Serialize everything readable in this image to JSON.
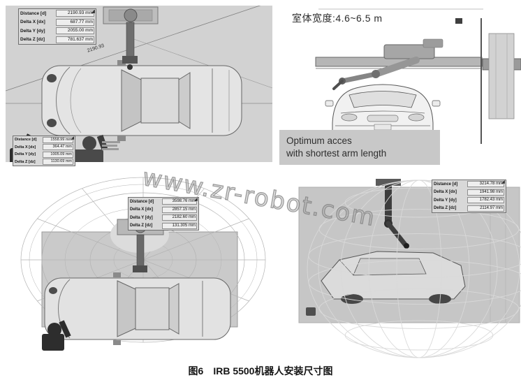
{
  "figure": {
    "caption": "图6　IRB 5500机器人安装尺寸图",
    "watermark": "www.zr-robot.com"
  },
  "top_left": {
    "dimension_label": "2190.93",
    "measure_box_main": {
      "rows": [
        {
          "label": "Distance [d]",
          "value": "2190.93 mm"
        },
        {
          "label": "Delta X [dx]",
          "value": "687.77 mm"
        },
        {
          "label": "Delta Y [dy]",
          "value": "2055.00 mm"
        },
        {
          "label": "Delta Z [dz]",
          "value": "781.637 mm"
        }
      ]
    },
    "measure_box_small": {
      "rows": [
        {
          "label": "Distance [d]",
          "value": "1558.99 mm"
        },
        {
          "label": "Delta X [dx]",
          "value": "364.47 mm"
        },
        {
          "label": "Delta Y [dy]",
          "value": "1005.09 mm"
        },
        {
          "label": "Delta Z [dz]",
          "value": "1130.69 mm"
        }
      ]
    }
  },
  "top_right": {
    "booth_width_label": "室体宽度:4.6~6.5 m",
    "optimum_label": {
      "line1": "Optimum acces",
      "line2": "with shortest arm length"
    }
  },
  "bottom_left": {
    "measure_box": {
      "rows": [
        {
          "label": "Distance [d]",
          "value": "3598.76 mm"
        },
        {
          "label": "Delta X [dx]",
          "value": "2857.15 mm"
        },
        {
          "label": "Delta Y [dy]",
          "value": "2182.60 mm"
        },
        {
          "label": "Delta Z [dz]",
          "value": "131.305 mm"
        }
      ]
    }
  },
  "bottom_right": {
    "measure_box": {
      "rows": [
        {
          "label": "Distance [d]",
          "value": "3214.78 mm"
        },
        {
          "label": "Delta X [dx]",
          "value": "1941.98 mm"
        },
        {
          "label": "Delta Y [dy]",
          "value": "1782.43 mm"
        },
        {
          "label": "Delta Z [dz]",
          "value": "2114.97 mm"
        }
      ]
    }
  }
}
